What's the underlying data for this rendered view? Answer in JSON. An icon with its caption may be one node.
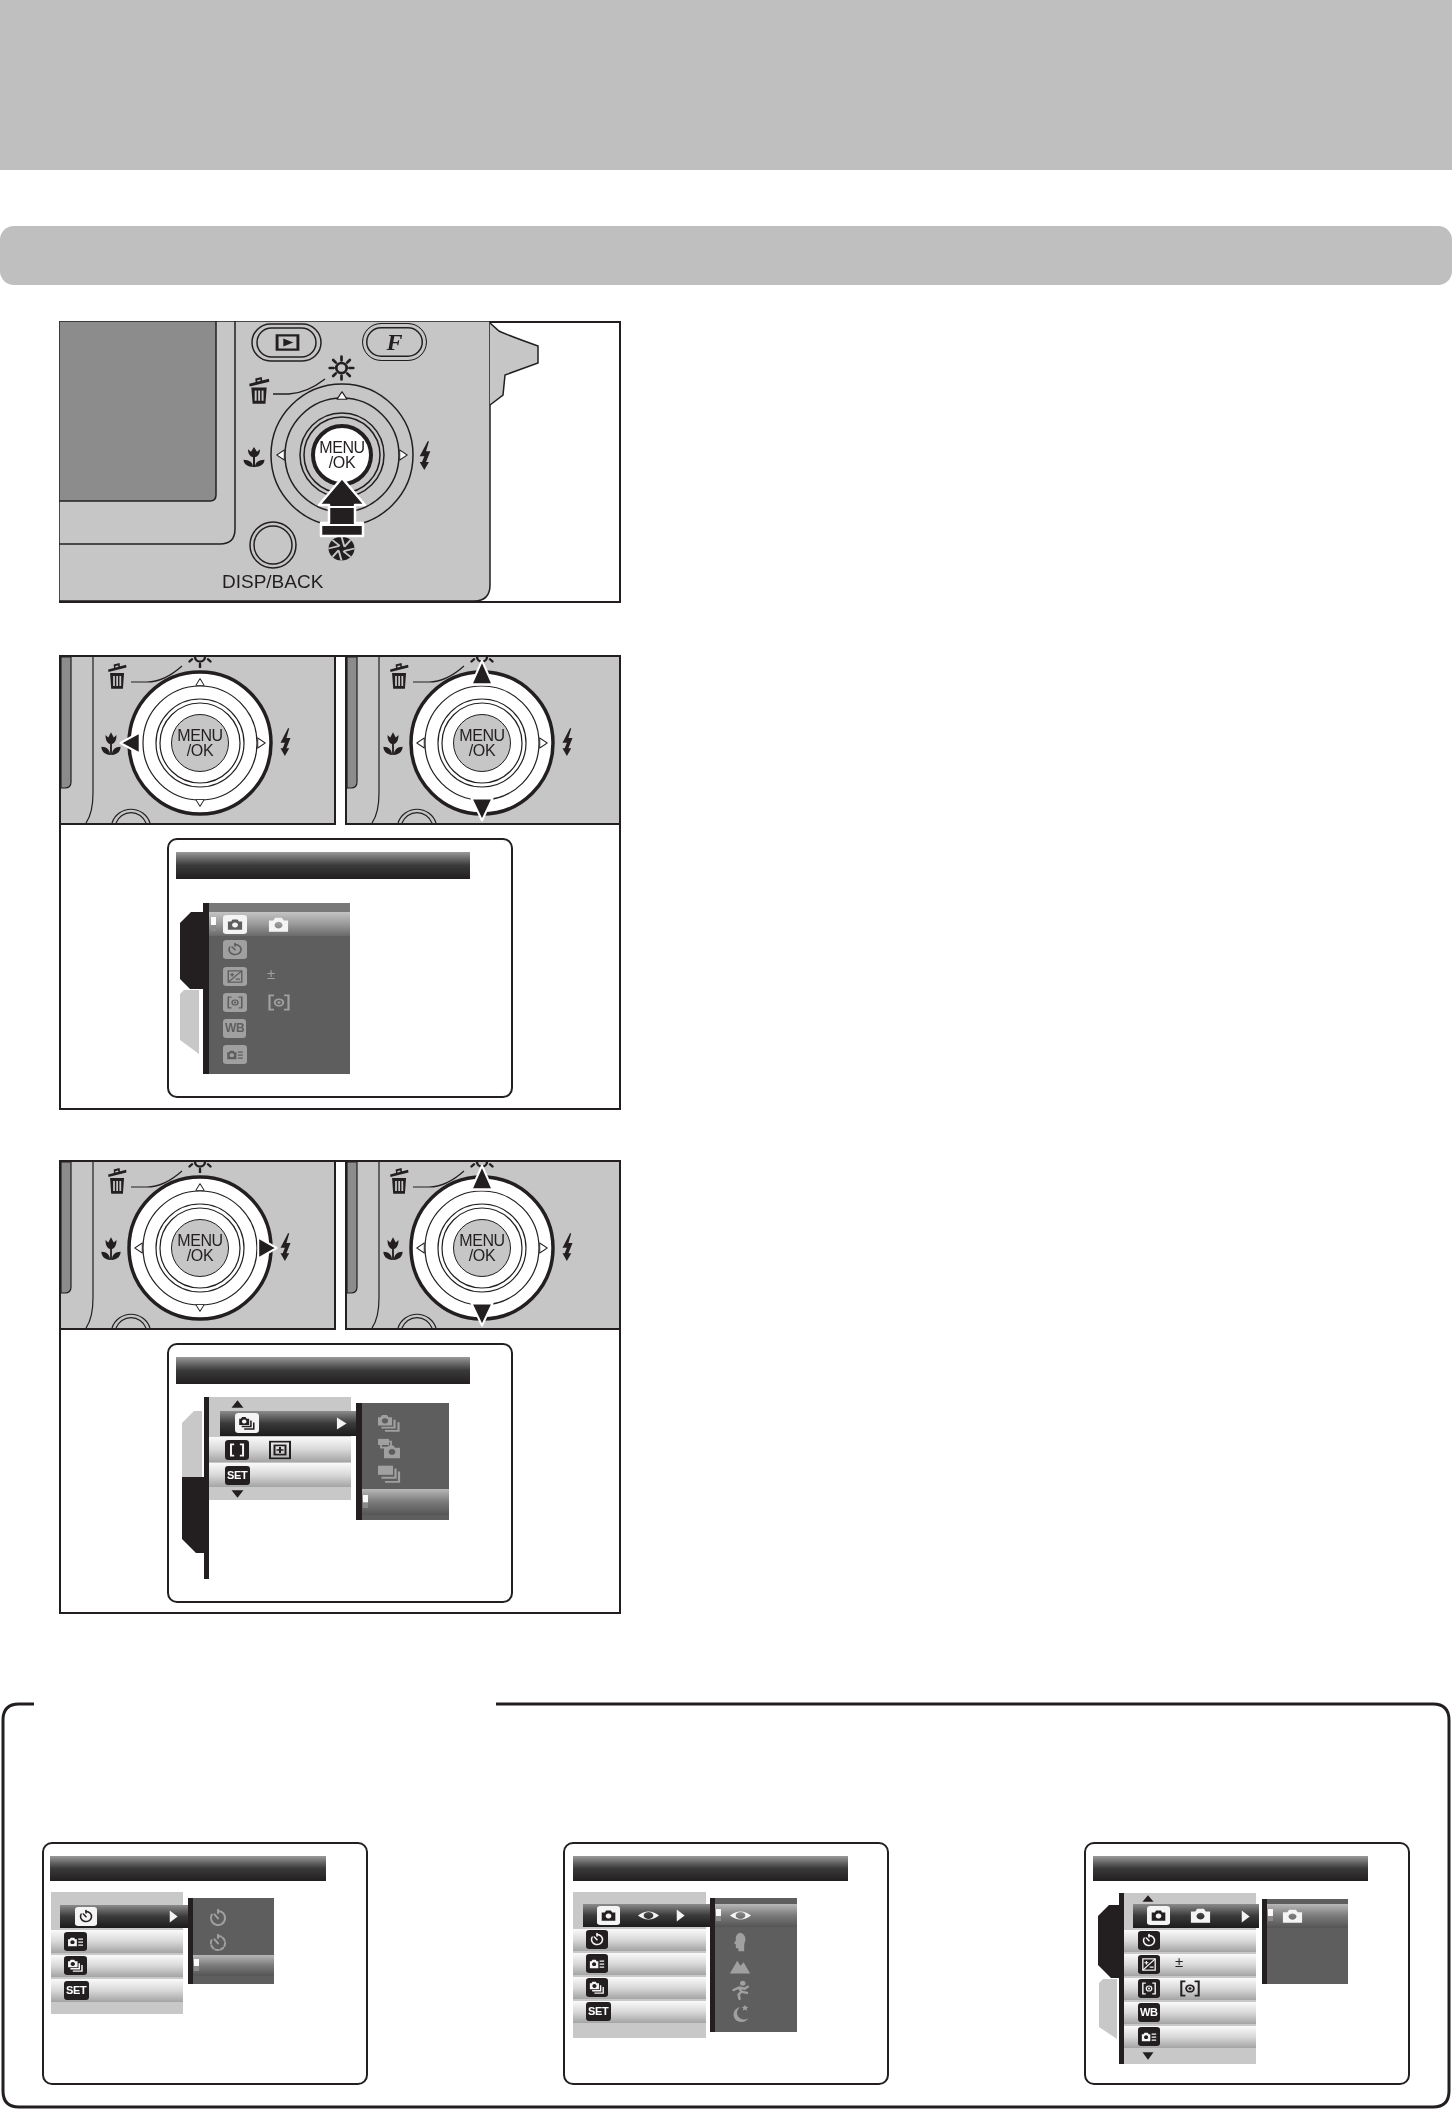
{
  "diagram": {
    "nodes": [
      {
        "text": [],
        "shape": "bar"
      },
      {
        "text": [
          "F"
        ]
      },
      {
        "text": [
          "MENU /OK"
        ]
      },
      {
        "text": [],
        "shape": "picture"
      },
      {
        "text": [
          "MENU /OK"
        ],
        "in": 3
      },
      {
        "text": [],
        "shape": "picture"
      },
      {
        "text": [
          "MENU /OK"
        ],
        "in": 5
      },
      {
        "text": [],
        "shape": "picture"
      },
      {
        "text": [
          "MENU /OK"
        ],
        "in": 7
      },
      {
        "text": [],
        "shape": "picture"
      },
      {
        "text": [
          "MENU /OK"
        ],
        "in": 9
      }
    ],
    "labels": [
      "DISP/BACK",
      "±",
      "WB",
      "SET",
      "SET",
      "SET",
      "±",
      "WB"
    ]
  }
}
